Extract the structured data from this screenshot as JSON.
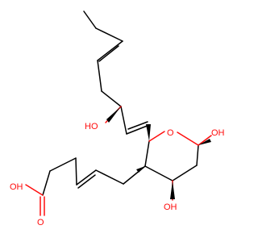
{
  "diagram": {
    "type": "skeletal-formula",
    "atom_color_oxygen": "#ff0d0d",
    "bond_color": "#000000",
    "atom_labels": {
      "ho_side_chain": "HO",
      "ring_oxygen": "O",
      "oh_anomeric": "OH",
      "oh_ring_bottom": "OH",
      "oh_acid": "OH",
      "o_carbonyl": "O"
    }
  }
}
